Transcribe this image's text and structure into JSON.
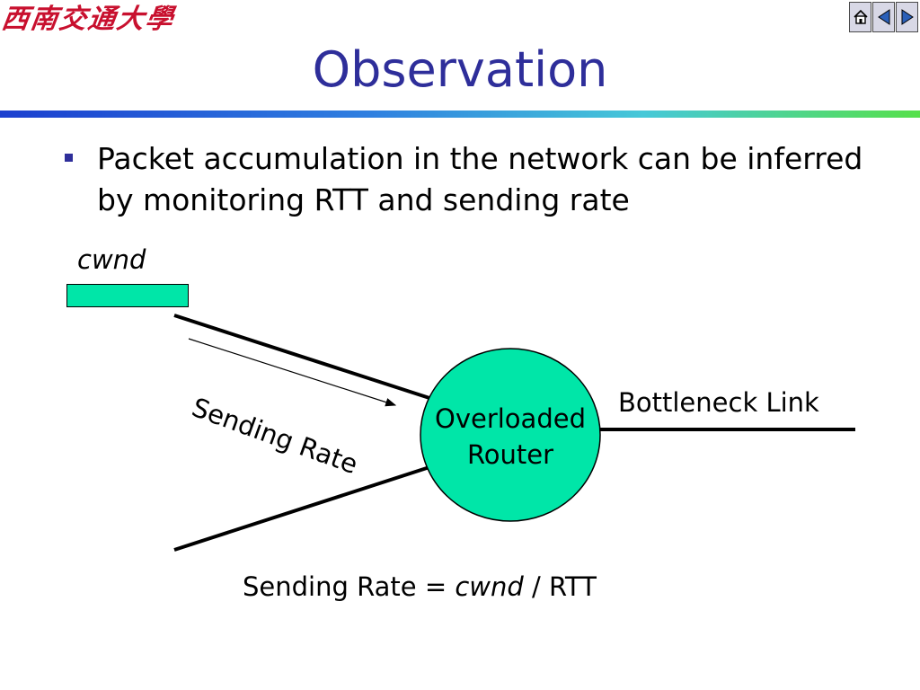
{
  "header": {
    "logo_text": "西南交通大學",
    "nav": [
      {
        "icon": "home-icon"
      },
      {
        "icon": "previous-icon"
      },
      {
        "icon": "next-icon"
      }
    ]
  },
  "slide": {
    "title": "Observation",
    "bullet": "Packet accumulation in the network can be inferred by monitoring RTT and sending rate"
  },
  "diagram": {
    "cwnd_label": "cwnd",
    "sending_rate_label": "Sending Rate",
    "router_line1": "Overloaded",
    "router_line2": "Router",
    "bottleneck_label": "Bottleneck Link",
    "formula_prefix": "Sending Rate = ",
    "formula_var": "cwnd",
    "formula_suffix": " / RTT"
  },
  "colors": {
    "title": "#2e2e9a",
    "router_fill": "#00e6a8",
    "cwnd_fill": "#00e6a8",
    "logo": "#c8102e"
  }
}
